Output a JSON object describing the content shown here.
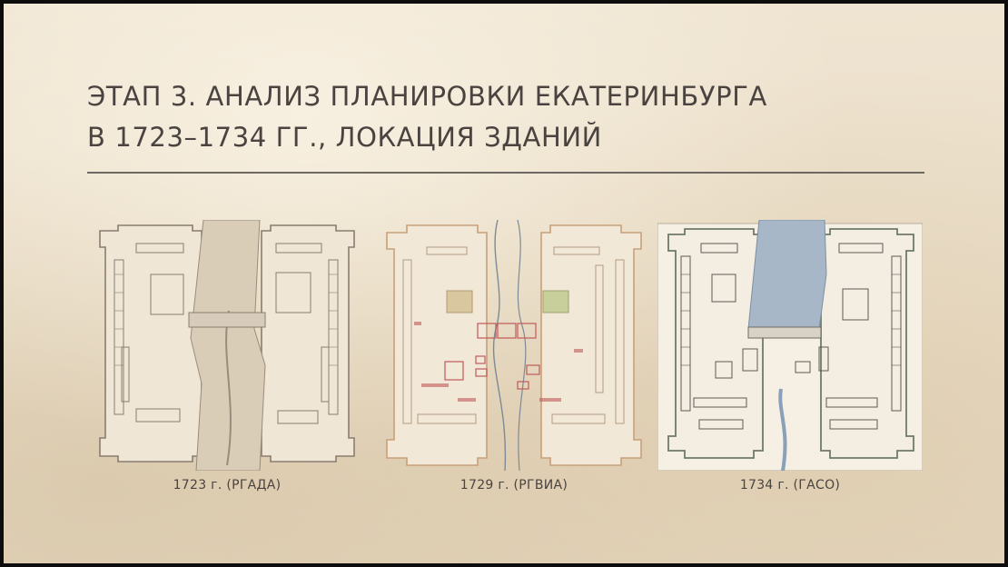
{
  "slide": {
    "title_line1": "ЭТАП 3. АНАЛИЗ ПЛАНИРОВКИ ЕКАТЕРИНБУРГА",
    "title_line2": "В 1723–1734 ГГ., ЛОКАЦИЯ ЗДАНИЙ"
  },
  "plans": [
    {
      "caption": "1723 г. (РГАДА)",
      "image": "fortress-plan-1723"
    },
    {
      "caption": "1729 г. (РГВИА)",
      "image": "fortress-plan-1729"
    },
    {
      "caption": "1734 г. (ГАСО)",
      "image": "fortress-plan-1734"
    }
  ],
  "colors": {
    "background": "#ebdfca",
    "text": "#4a4340",
    "rule": "#6e6862",
    "ink": "#7d7064",
    "red_ink": "#c05a5a",
    "river": "#8aa0b8"
  }
}
